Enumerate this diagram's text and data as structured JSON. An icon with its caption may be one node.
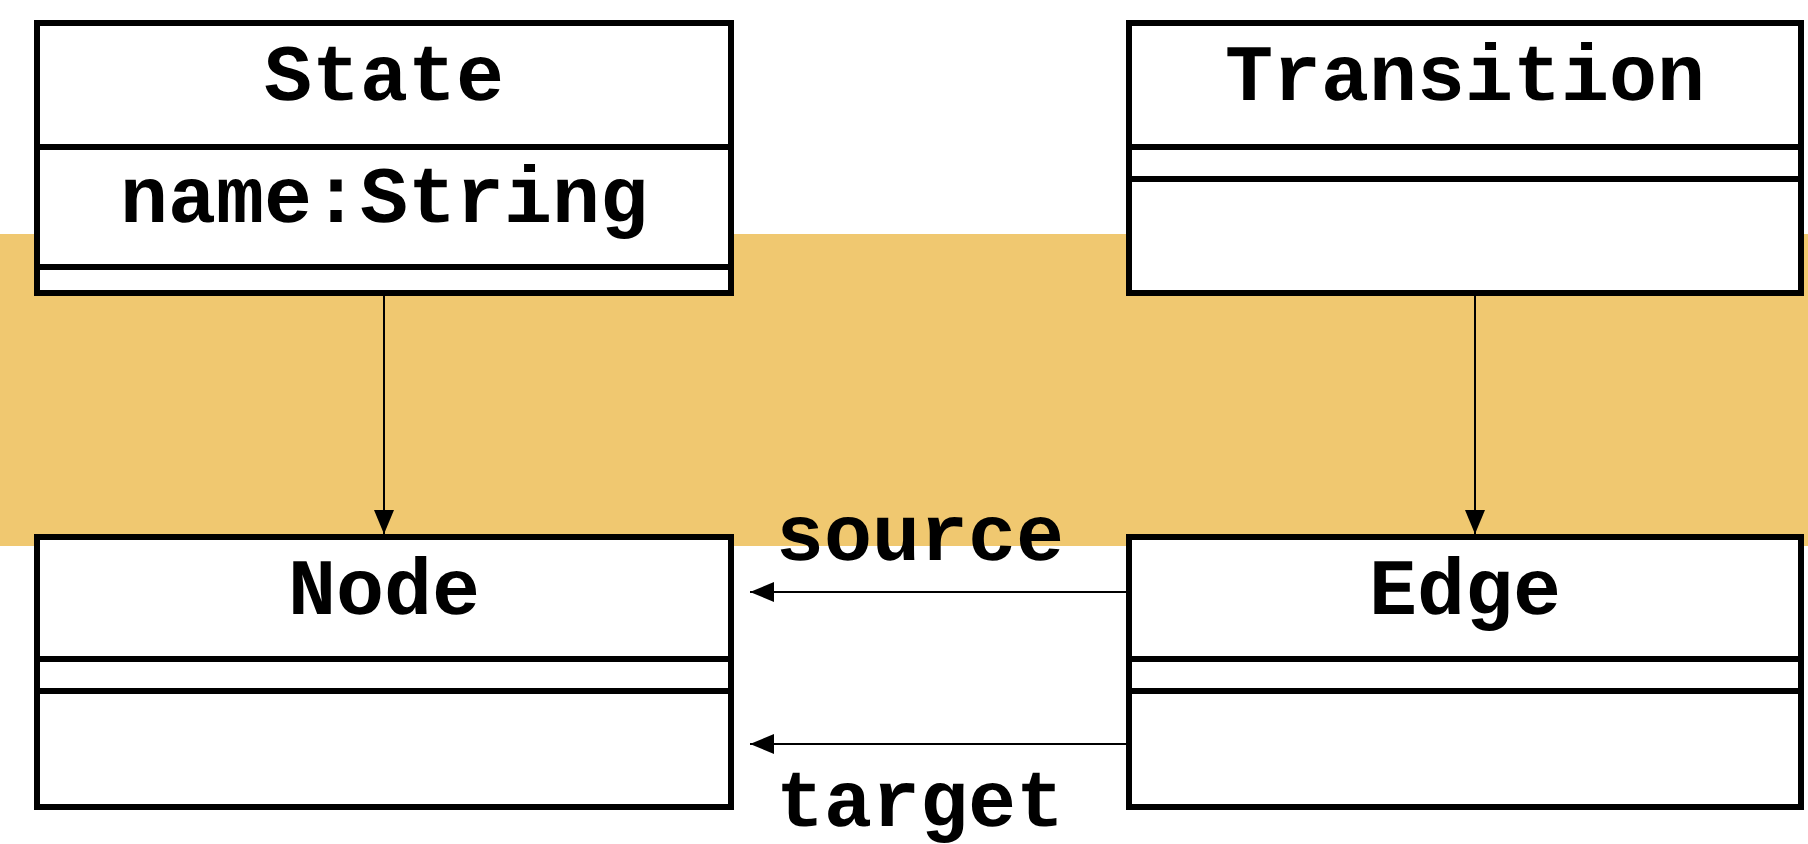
{
  "diagram": {
    "nodes": [
      {
        "text": [
          "State",
          "name:String"
        ]
      },
      {
        "text": [
          "Transition"
        ]
      },
      {
        "text": [
          "Node"
        ]
      },
      {
        "text": [
          "Edge"
        ]
      }
    ],
    "edges": [
      {
        "from": 0,
        "to": 2,
        "arrow": "to"
      },
      {
        "from": 1,
        "to": 3,
        "arrow": "to"
      },
      {
        "from": 3,
        "to": 2,
        "arrow": "to",
        "label": "source"
      },
      {
        "from": 3,
        "to": 2,
        "arrow": "to",
        "label": "target"
      }
    ]
  }
}
